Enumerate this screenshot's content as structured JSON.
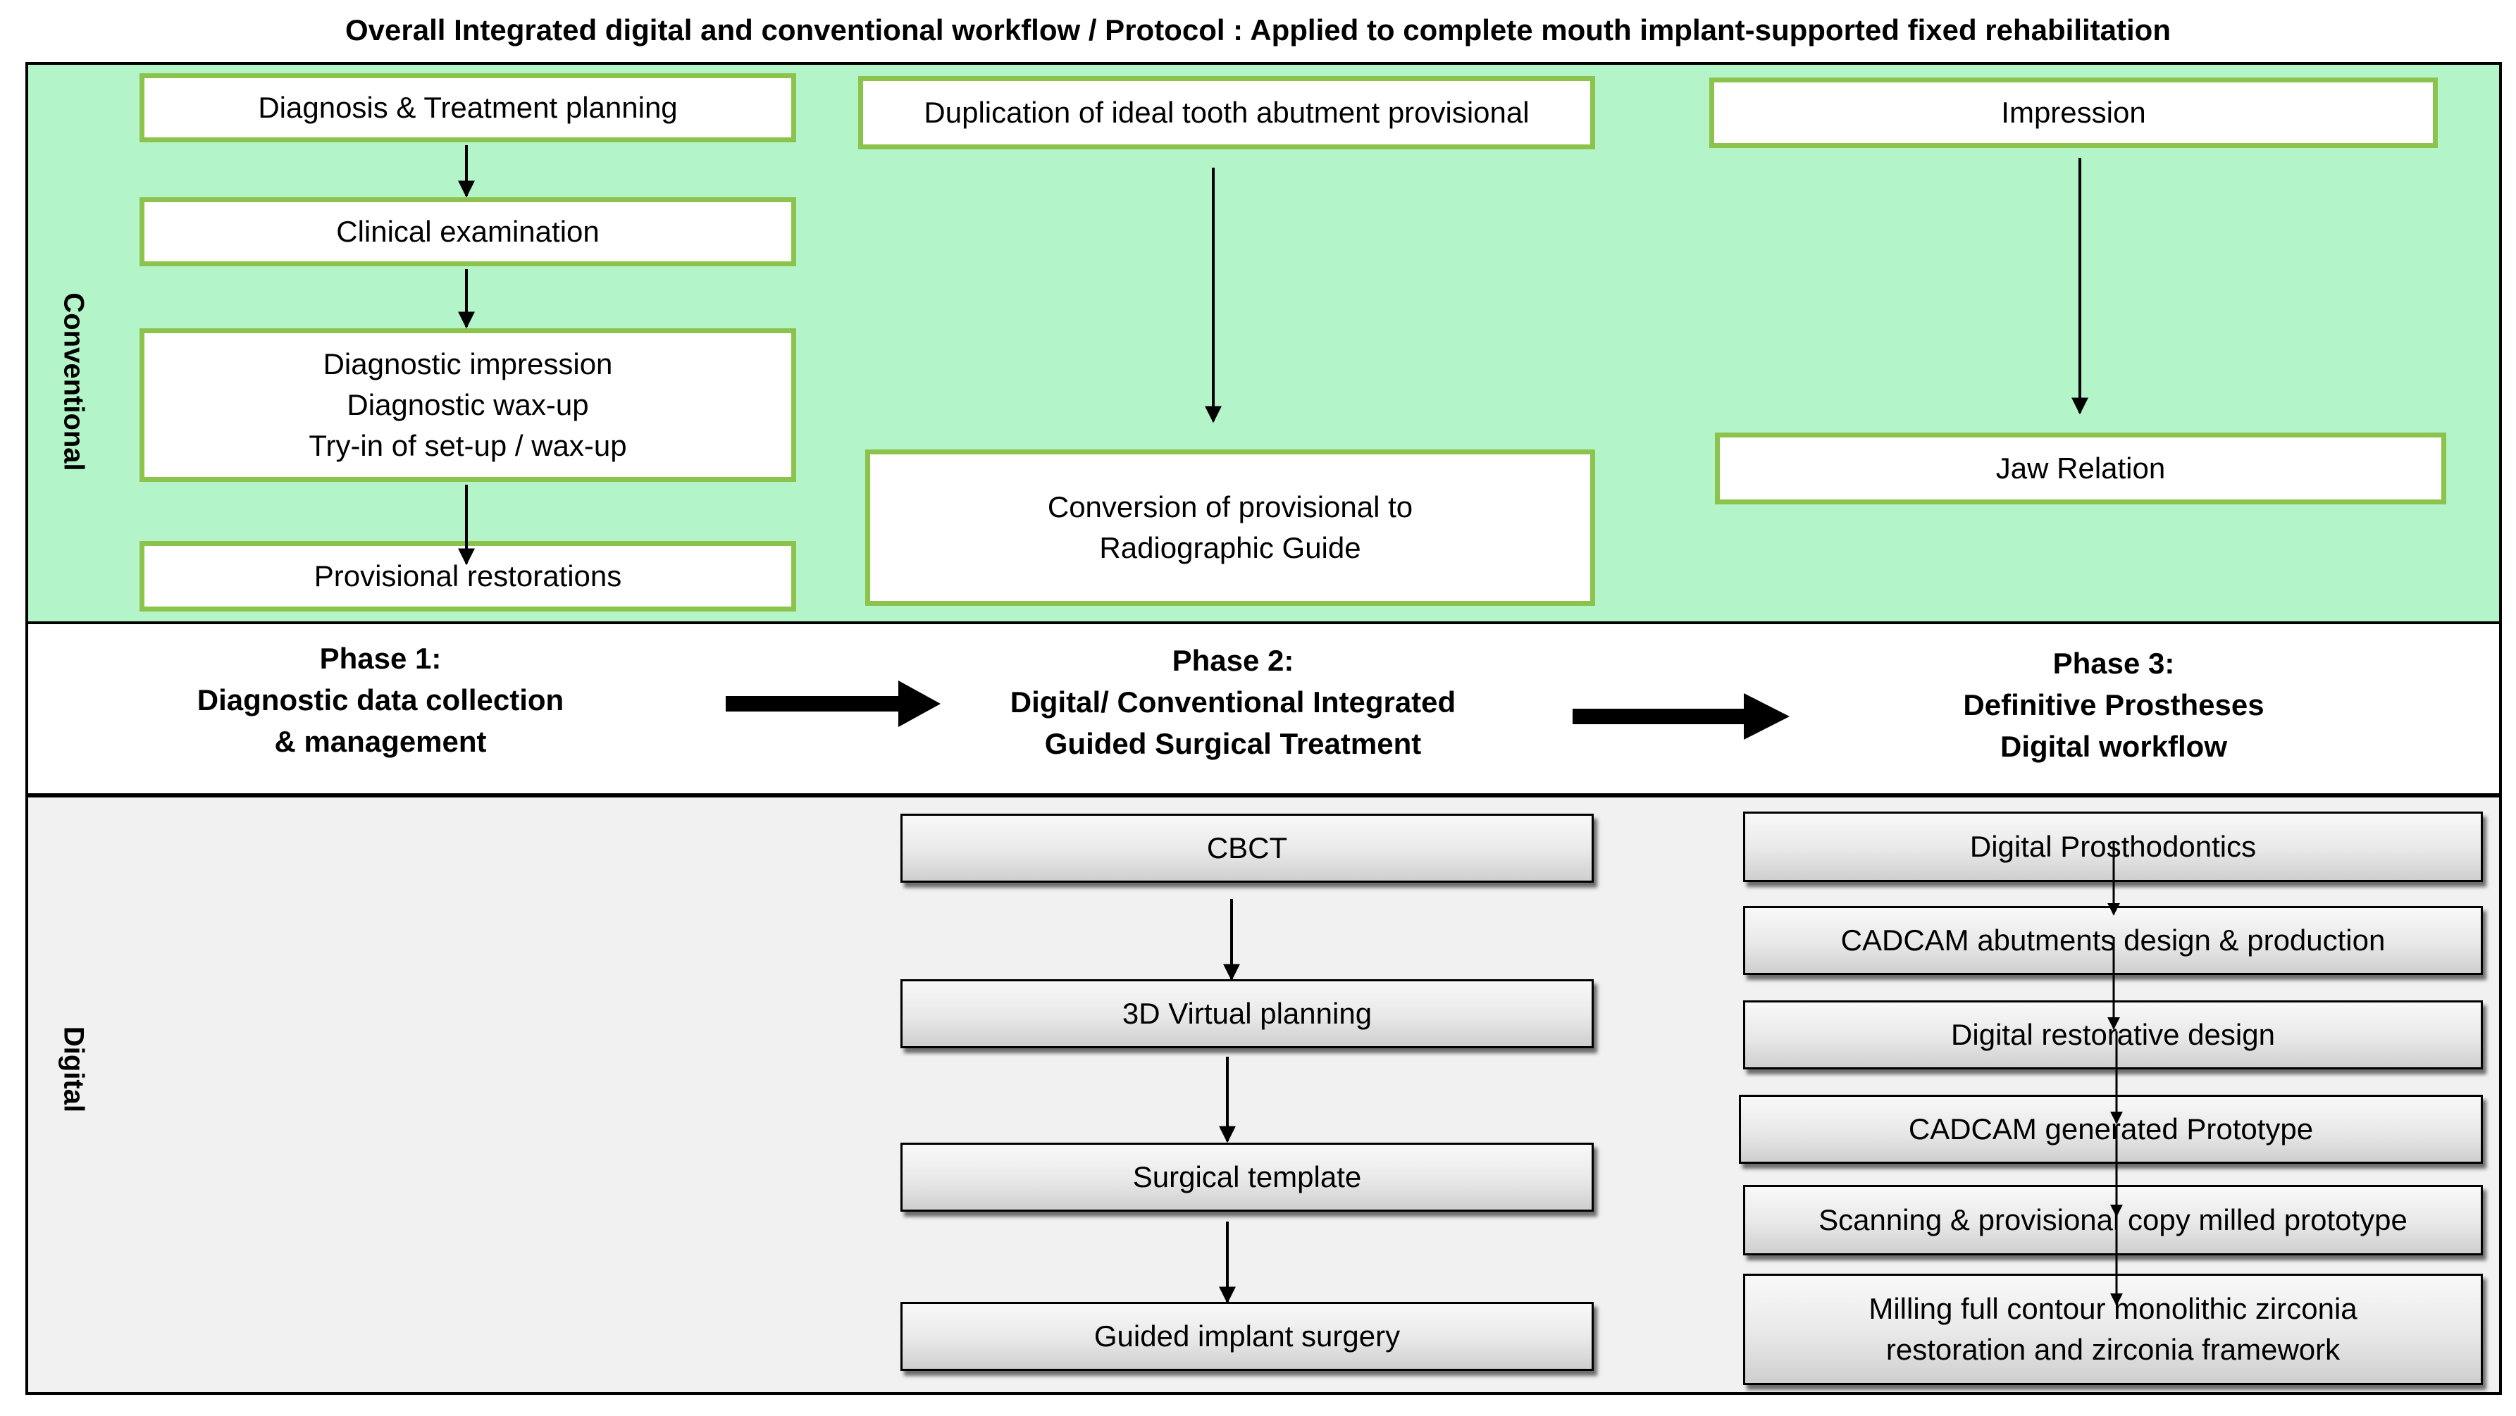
{
  "title": "Overall Integrated digital and conventional workflow / Protocol : Applied to complete mouth implant-supported fixed rehabilitation",
  "rows": {
    "conventional": "Conventional",
    "digital": "Digital"
  },
  "phases": [
    {
      "label": "Phase 1:",
      "lines": [
        "Diagnostic data collection",
        "& management"
      ]
    },
    {
      "label": "Phase 2:",
      "lines": [
        "Digital/ Conventional Integrated",
        "Guided Surgical  Treatment"
      ]
    },
    {
      "label": "Phase 3:",
      "lines": [
        "Definitive Prostheses",
        "Digital workflow"
      ]
    }
  ],
  "conventional": {
    "col1": [
      {
        "lines": [
          "Diagnosis & Treatment planning"
        ]
      },
      {
        "lines": [
          "Clinical examination"
        ]
      },
      {
        "lines": [
          "Diagnostic impression",
          "Diagnostic wax-up",
          "Try-in of set-up / wax-up"
        ]
      },
      {
        "lines": [
          "Provisional restorations"
        ]
      }
    ],
    "col2": [
      {
        "lines": [
          "Duplication of ideal tooth abutment provisional"
        ]
      },
      {
        "lines": [
          "Conversion of provisional to",
          "Radiographic Guide"
        ]
      }
    ],
    "col3": [
      {
        "lines": [
          "Impression"
        ]
      },
      {
        "lines": [
          "Jaw Relation"
        ]
      }
    ]
  },
  "digital": {
    "col2": [
      {
        "lines": [
          "CBCT"
        ]
      },
      {
        "lines": [
          "3D Virtual planning"
        ]
      },
      {
        "lines": [
          "Surgical template"
        ]
      },
      {
        "lines": [
          "Guided implant surgery"
        ]
      }
    ],
    "col3": [
      {
        "lines": [
          "Digital Prosthodontics"
        ]
      },
      {
        "lines": [
          "CADCAM abutments design & production"
        ]
      },
      {
        "lines": [
          "Digital restorative design"
        ]
      },
      {
        "lines": [
          "CADCAM generated Prototype"
        ]
      },
      {
        "lines": [
          "Scanning & provisional copy milled prototype"
        ]
      },
      {
        "lines": [
          "Milling full contour monolithic zirconia",
          "restoration and zirconia framework"
        ]
      }
    ]
  },
  "colors": {
    "conventional_band": "#b3f5c8",
    "green_border": "#8cc34d",
    "digital_band": "#f1f1f1",
    "line": "#000000"
  }
}
